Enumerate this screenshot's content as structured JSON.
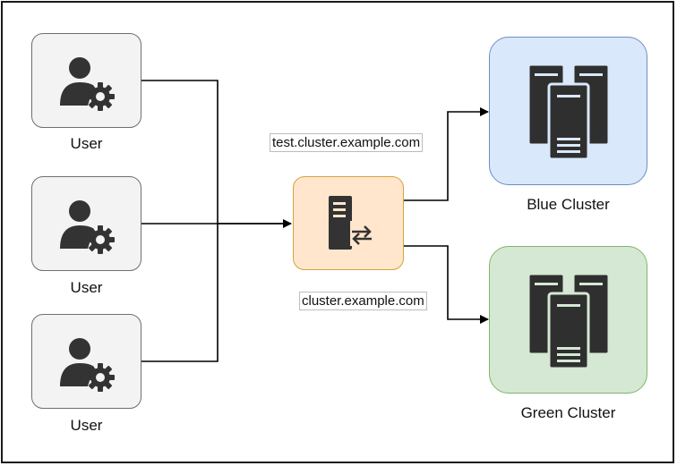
{
  "nodes": {
    "users": [
      {
        "label": "User"
      },
      {
        "label": "User"
      },
      {
        "label": "User"
      }
    ],
    "blue_cluster": {
      "label": "Blue Cluster"
    },
    "green_cluster": {
      "label": "Green Cluster"
    }
  },
  "edges": {
    "to_blue_label": "test.cluster.example.com",
    "to_green_label": "cluster.example.com"
  },
  "colors": {
    "user_fill": "#f3f3f3",
    "load_balancer_fill": "#ffe6cc",
    "blue_fill": "#dae8fc",
    "green_fill": "#d5e8d4",
    "icon": "#333333"
  },
  "icons": {
    "user": "user-settings-icon",
    "load_balancer": "load-balancer-icon",
    "cluster": "server-cluster-icon"
  }
}
